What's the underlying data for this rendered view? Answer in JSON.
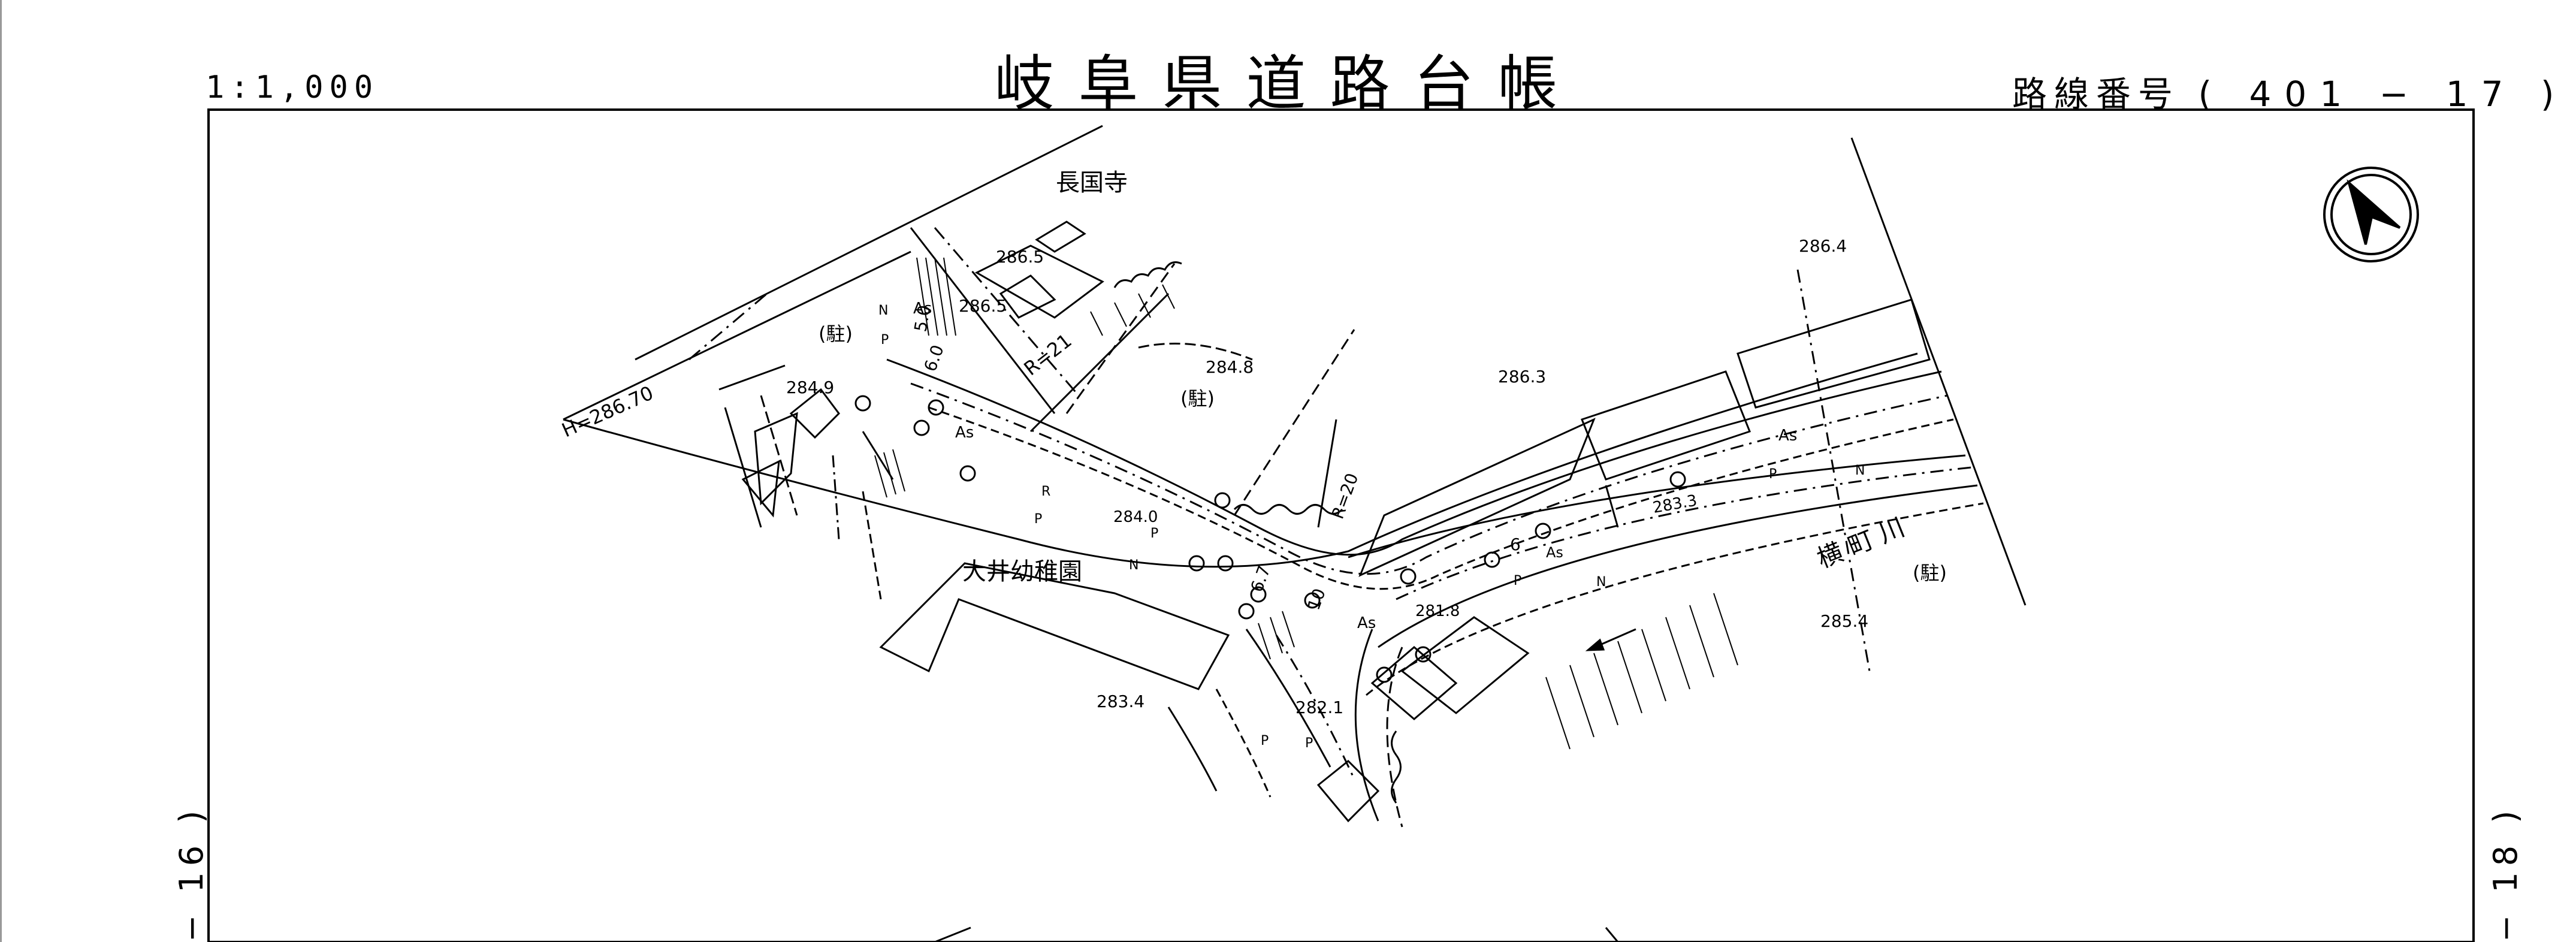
{
  "header": {
    "title": "岐阜県道路台帳",
    "scale": "1:1,000",
    "route_label": "路線番号",
    "route_number": "( 401 − 17 )"
  },
  "sheets": {
    "left": "− 16 )",
    "right": "− 18 )"
  },
  "map": {
    "places": {
      "temple": "長国寺",
      "kindergarten": "大井幼稚園",
      "river": "横 町 川"
    },
    "parking_marks": [
      "(駐)",
      "(駐)",
      "(駐)"
    ],
    "elevations": [
      "286.5",
      "286.5",
      "284.9",
      "284.8",
      "286.3",
      "286.4",
      "284.0",
      "283.3",
      "281.8",
      "283.4",
      "282.1",
      "285.4"
    ],
    "road_notes": {
      "curve_radius": "R=21",
      "height": "H=286.70",
      "width_a": "5.0",
      "width_b": "6.0",
      "width_c": "6.7",
      "width_d": "10",
      "width_e": "R=20",
      "width_f": "6"
    },
    "surface_marks": [
      "As",
      "As",
      "As",
      "As",
      "As"
    ],
    "letter_marks": [
      "N",
      "P",
      "R",
      "P",
      "N",
      "P",
      "N",
      "P",
      "P",
      "P",
      "N",
      "P"
    ],
    "north_arrow": "north-arrow-icon"
  }
}
